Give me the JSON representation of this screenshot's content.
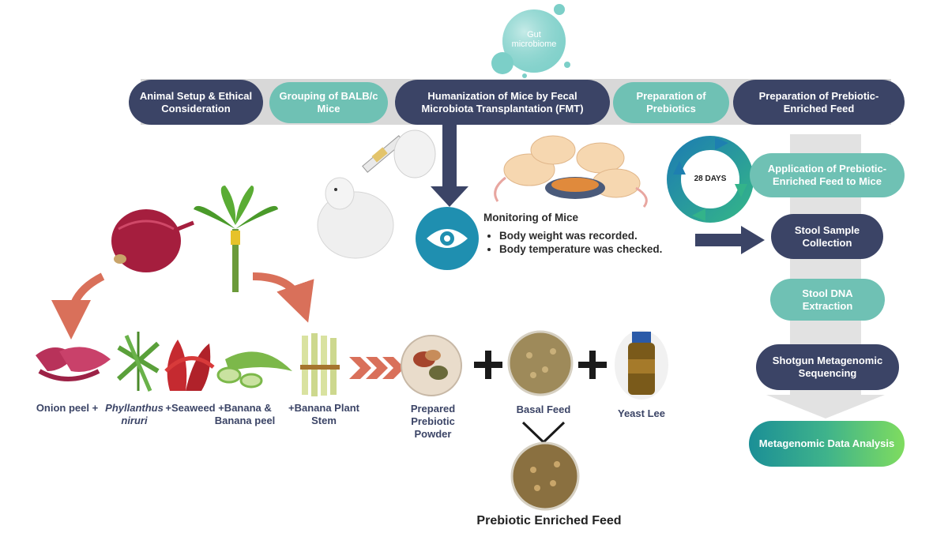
{
  "gut_bubble": {
    "line1": "Gut",
    "line2": "microbiome"
  },
  "top_steps": [
    {
      "label": "Animal Setup & Ethical Consideration"
    },
    {
      "label": "Grouping of BALB/c Mice"
    },
    {
      "label": "Humanization of Mice by Fecal Microbiota Transplantation (FMT)"
    },
    {
      "label": "Preparation of Prebiotics"
    },
    {
      "label": "Preparation of Prebiotic-Enriched Feed"
    }
  ],
  "monitoring": {
    "title": "Monitoring of Mice",
    "bullets": [
      "Body weight was recorded.",
      "Body temperature was checked."
    ]
  },
  "cycle": {
    "label": "28 DAYS"
  },
  "right_steps": [
    {
      "label": "Application of Prebiotic-Enriched Feed to Mice"
    },
    {
      "label": "Stool Sample Collection"
    },
    {
      "label": "Stool DNA Extraction"
    },
    {
      "label": "Shotgun Metagenomic Sequencing"
    },
    {
      "label": "Metagenomic Data Analysis"
    }
  ],
  "ingredients": {
    "onion_peel": "Onion peel +",
    "phyllanthus": "Phyllanthus niruri",
    "seaweed": "+Seaweed",
    "banana": "+Banana & Banana peel",
    "banana_stem": "+Banana Plant Stem"
  },
  "products": {
    "prebiotic_powder": "Prepared Prebiotic Powder",
    "basal_feed": "Basal Feed",
    "yeast_lee": "Yeast Lee",
    "enriched_feed": "Prebiotic Enriched Feed"
  },
  "colors": {
    "navy": "#3b4466",
    "teal": "#6fc1b4",
    "eye": "#1f8fb0",
    "arrow_orange": "#d9705a",
    "bar_gray": "#d8d8d8"
  }
}
